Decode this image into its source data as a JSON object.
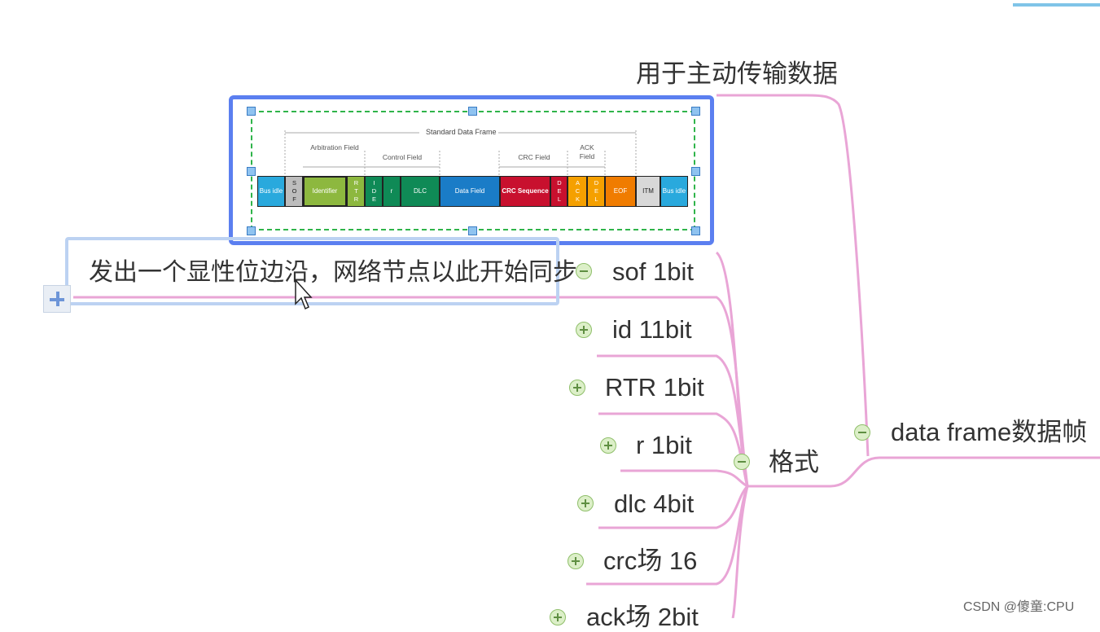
{
  "mindmap": {
    "purpose_note": "用于主动传输数据",
    "root": {
      "label": "data frame数据帧",
      "toggle": "collapse"
    },
    "format": {
      "label": "格式",
      "toggle": "collapse"
    },
    "fields": [
      {
        "label": "sof 1bit",
        "toggle": "collapse"
      },
      {
        "label": "id 11bit",
        "toggle": "expand"
      },
      {
        "label": "RTR 1bit",
        "toggle": "expand"
      },
      {
        "label": "r 1bit",
        "toggle": "expand"
      },
      {
        "label": "dlc 4bit",
        "toggle": "expand"
      },
      {
        "label": "crc场 16",
        "toggle": "expand"
      },
      {
        "label": "ack场 2bit",
        "toggle": "expand"
      }
    ],
    "editing_note": "发出一个显性位边沿，网络节点以此开始同步"
  },
  "frame_image": {
    "title": "Standard Data Frame",
    "groups": {
      "arbitration": "Arbitration Field",
      "control": "Control Field",
      "crc": "CRC Field",
      "ack": "ACK Field"
    },
    "bits": [
      {
        "label": "Bus idle",
        "color": "#29a9dd"
      },
      {
        "label": "SOF",
        "color": "#bdbdbd"
      },
      {
        "label": "Identifier",
        "color": "#8db83f"
      },
      {
        "label": "RTR",
        "color": "#8db83f"
      },
      {
        "label": "IDE",
        "color": "#0f8a56"
      },
      {
        "label": "r",
        "color": "#0f8a56"
      },
      {
        "label": "DLC",
        "color": "#0f8a56"
      },
      {
        "label": "Data Field",
        "color": "#1a7cc7"
      },
      {
        "label": "CRC Sequence",
        "color": "#c8102e"
      },
      {
        "label": "DEL",
        "color": "#c8102e"
      },
      {
        "label": "ACK",
        "color": "#f5a000"
      },
      {
        "label": "DEL",
        "color": "#f5a000"
      },
      {
        "label": "EOF",
        "color": "#f07c00"
      },
      {
        "label": "ITM",
        "color": "#d8d8d8"
      },
      {
        "label": "Bus idle",
        "color": "#29a9dd"
      }
    ]
  },
  "watermark": "CSDN @傻童:CPU",
  "colors": {
    "link": "#e9a5d6",
    "selection": "#5b7ff0",
    "editing": "#bcd2f2",
    "toggle": "#dcefc8"
  }
}
